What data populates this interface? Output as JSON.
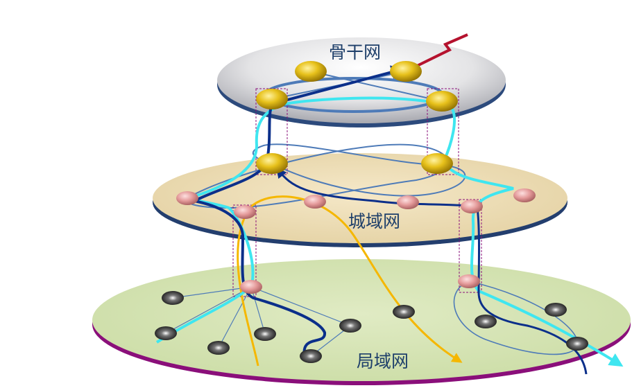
{
  "layers": {
    "backbone": {
      "label": "骨干网",
      "color": "#d8d8db"
    },
    "metro": {
      "label": "城域网",
      "color": "#ead9b4"
    },
    "lan": {
      "label": "局域网",
      "color": "#d6e4b4"
    }
  },
  "colors": {
    "backbone_node": "#e0b814",
    "metro_node": "#e6a3a3",
    "lan_node": "#333333",
    "path_primary": "#0b2f8a",
    "path_secondary": "#3fe6f0",
    "path_tertiary": "#f5b700",
    "link_line": "#4e7bb8",
    "external_link": "#b5122e",
    "lan_rim": "#8a0f7a",
    "metro_rim": "#233e6e",
    "backbone_rim": "#2c4a7c"
  }
}
